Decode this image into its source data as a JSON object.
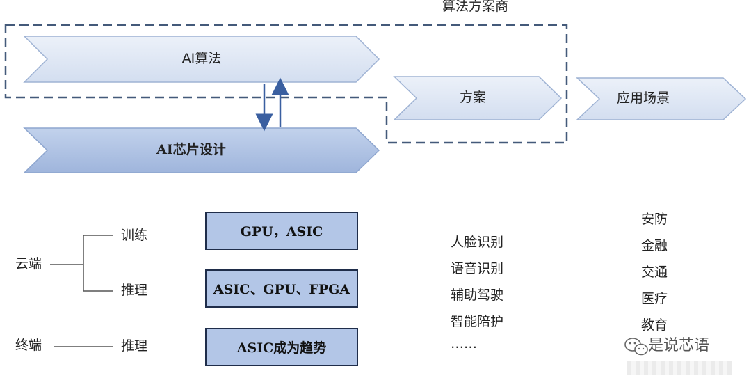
{
  "diagram": {
    "group_label": "算法方案商",
    "chevrons": {
      "ai_algorithm": "AI算法",
      "ai_chip_design": "AI芯片设计",
      "solution": "方案",
      "application": "应用场景"
    },
    "tree": {
      "cloud": "云端",
      "training": "训练",
      "inference_cloud": "推理",
      "terminal": "终端",
      "inference_terminal": "推理"
    },
    "boxes": {
      "training": "GPU，ASIC",
      "inference": "ASIC、GPU、FPGA",
      "terminal": "ASIC成为趋势"
    },
    "solutions": [
      "人脸识别",
      "语音识别",
      "辅助驾驶",
      "智能陪护",
      "……"
    ],
    "scenarios": [
      "安防",
      "金融",
      "交通",
      "医疗",
      "教育"
    ],
    "watermark": "是说芯语"
  },
  "colors": {
    "chevron_light": "#dde6f3",
    "chevron_dark": "#a9bde0",
    "chevron_stroke": "#9fb3d4",
    "dash_border": "#445a7a",
    "arrow": "#3a5fa0",
    "box_fill": "#b3c6e7"
  }
}
